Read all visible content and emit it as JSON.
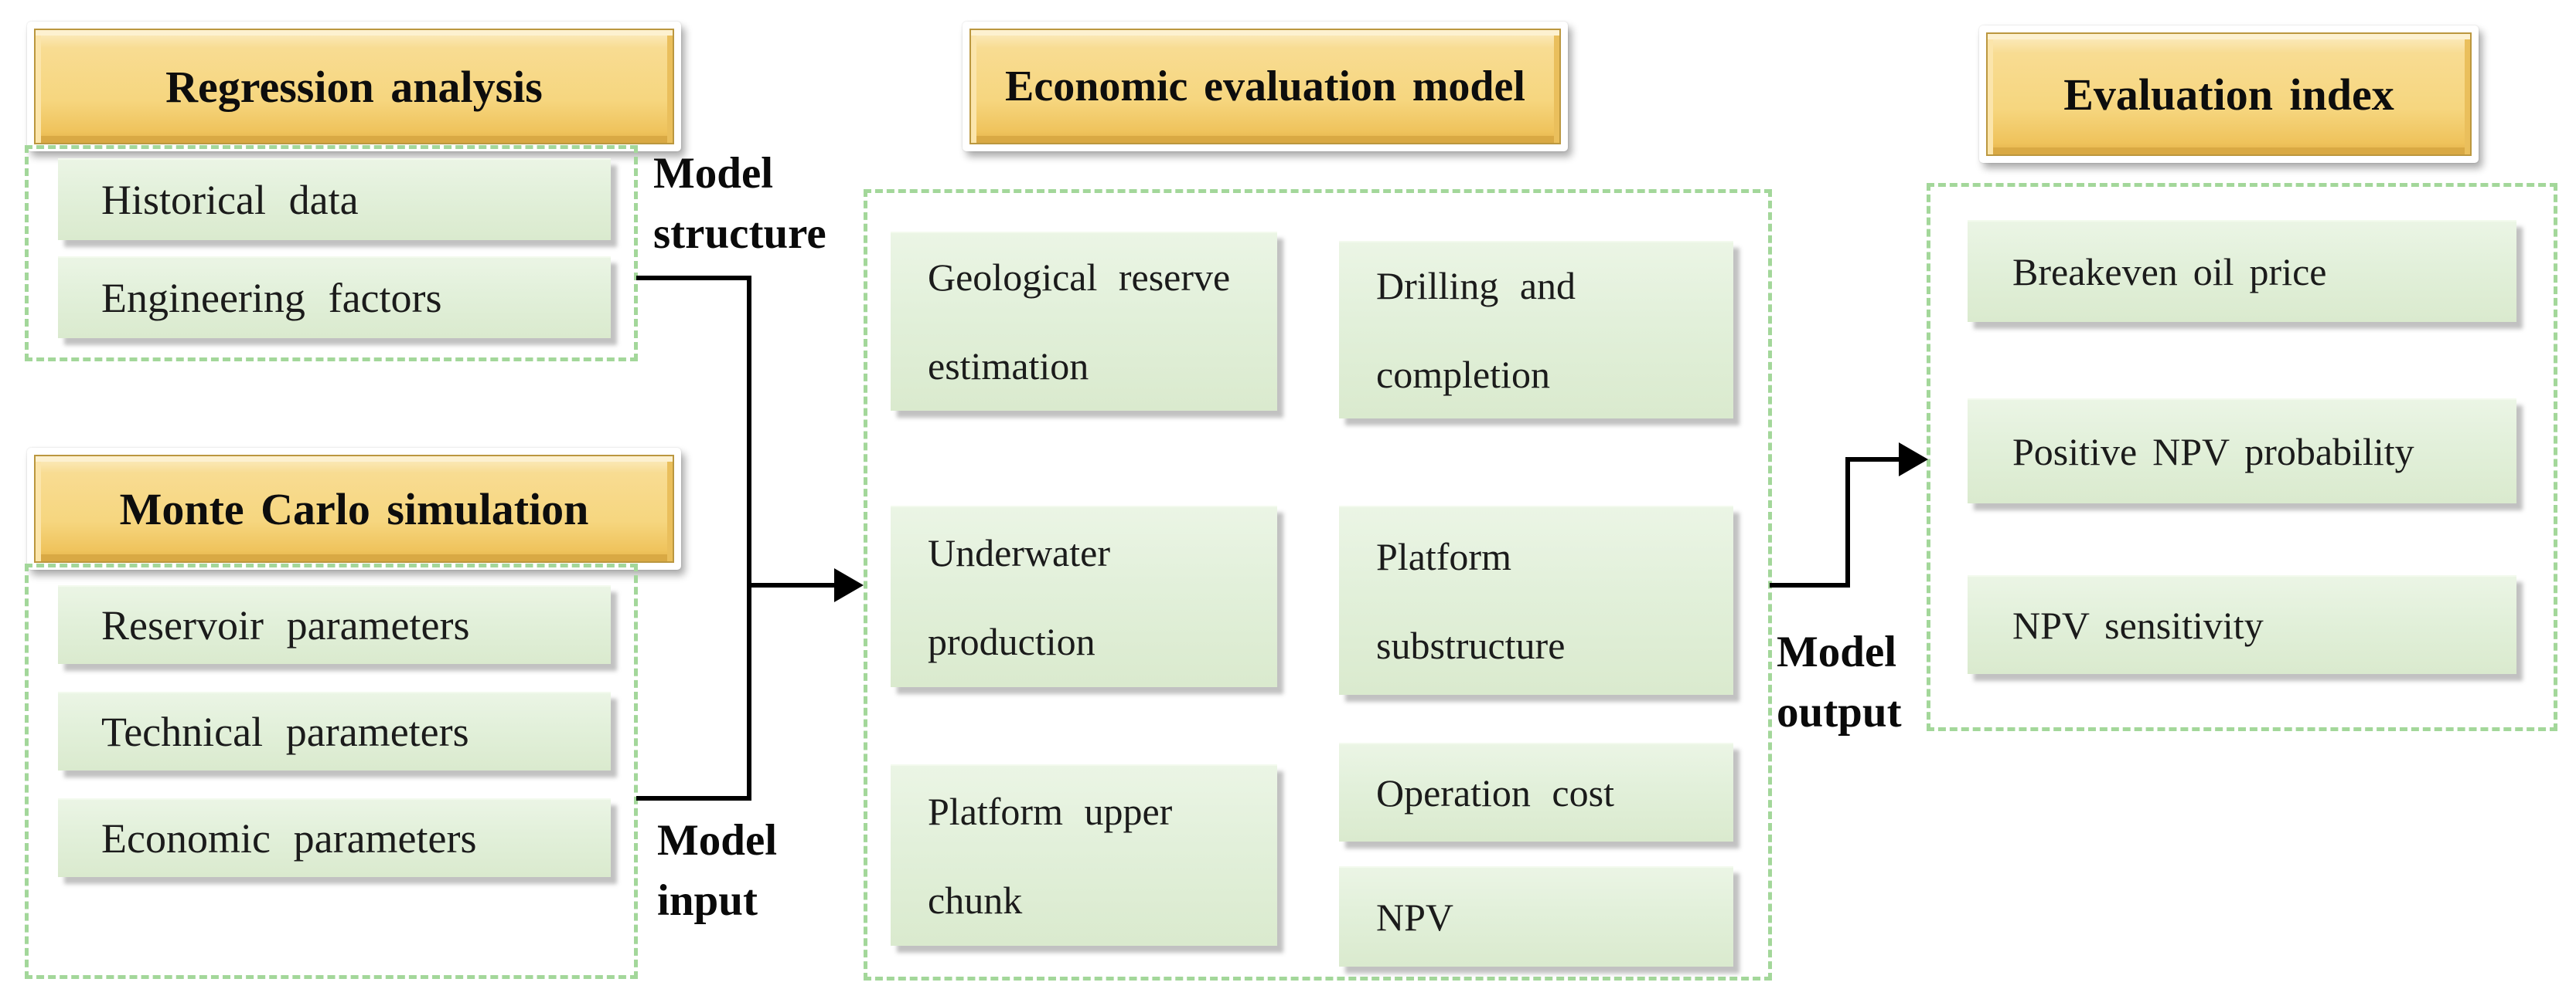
{
  "headers": {
    "regression": "Regression analysis",
    "monte_carlo": "Monte Carlo simulation",
    "economic_model": "Economic evaluation model",
    "evaluation_index": "Evaluation index"
  },
  "regression_items": {
    "historical": "Historical data",
    "engineering": "Engineering factors"
  },
  "monte_carlo_items": {
    "reservoir": "Reservoir parameters",
    "technical": "Technical parameters",
    "economic": "Economic parameters"
  },
  "model_items": {
    "geological": "Geological reserve estimation",
    "drilling": "Drilling and completion",
    "underwater": "Underwater production",
    "platform_sub": "Platform substructure",
    "platform_upper": "Platform upper chunk",
    "operation": "Operation cost",
    "npv": "NPV"
  },
  "evaluation_items": {
    "breakeven": "Breakeven oil price",
    "positive_npv": "Positive NPV probability",
    "npv_sensitivity": "NPV sensitivity"
  },
  "flow_labels": {
    "model_structure": "Model structure",
    "model_input": "Model input",
    "model_output": "Model output"
  },
  "colors": {
    "header_fill": "#f6d67f",
    "box_fill": "#e2f0da",
    "dashed_border": "#a3d79a",
    "connector": "#000000",
    "background": "#ffffff"
  }
}
